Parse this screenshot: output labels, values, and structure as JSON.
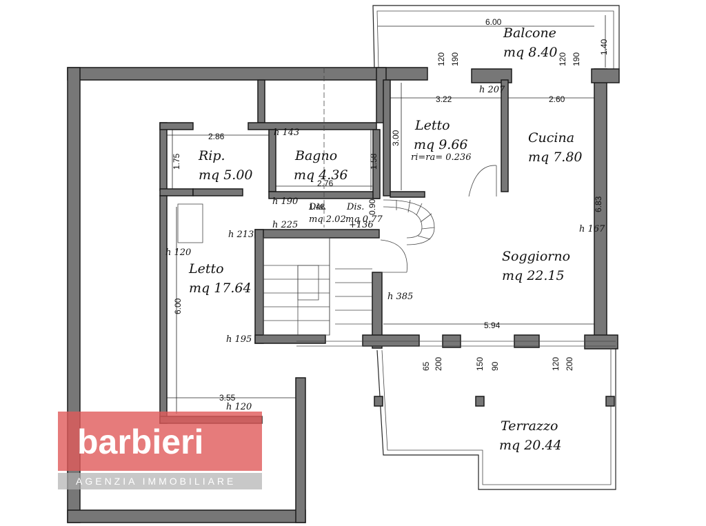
{
  "rooms": {
    "balcone": {
      "name": "Balcone",
      "area": "mq 8.40"
    },
    "letto_small": {
      "name": "Letto",
      "area": "mq 9.66",
      "note": "ri=ra= 0.236"
    },
    "cucina": {
      "name": "Cucina",
      "area": "mq 7.80"
    },
    "rip": {
      "name": "Rip.",
      "area": "mq 5.00"
    },
    "bagno": {
      "name": "Bagno",
      "area": "mq 4.36"
    },
    "dis1": {
      "name": "Dis.",
      "area": "mq 2.02"
    },
    "dis2": {
      "name": "Dis.",
      "area": "mq 0.77"
    },
    "letto_large": {
      "name": "Letto",
      "area": "mq 17.64"
    },
    "soggiorno": {
      "name": "Soggiorno",
      "area": "mq 22.15"
    },
    "terrazzo": {
      "name": "Terrazzo",
      "area": "mq 20.44"
    }
  },
  "dimensions": {
    "d600": "6.00",
    "d140": "1.40",
    "d322": "3.22",
    "d260": "2.60",
    "d300": "3.00",
    "d286": "2.86",
    "d175": "1.75",
    "d158": "1.58",
    "d276": "2.76",
    "d148": "1.48",
    "d190": "0.90",
    "d683": "6.83",
    "d600b": "6.00",
    "d594": "5.94",
    "d355": "3.55"
  },
  "heights": {
    "h207": "h 207",
    "h143": "h 143",
    "h190": "h 190",
    "h225": "h 225",
    "h213": "h 213",
    "h120a": "h 120",
    "h167": "h 167",
    "h385": "h 385",
    "h195": "h 195",
    "h120b": "h 120",
    "p136": "+136"
  },
  "openings": {
    "o120a": "120",
    "o190a": "190",
    "o120b": "120",
    "o190b": "190",
    "o65": "65",
    "o200a": "200",
    "o150": "150",
    "o90": "90",
    "o120c": "120",
    "o200b": "200"
  },
  "watermark": {
    "brand": "barbieri",
    "tagline": "AGENZIA IMMOBILIARE"
  },
  "colors": {
    "watermark_red": "#e05a5a",
    "wall": "#777777"
  }
}
